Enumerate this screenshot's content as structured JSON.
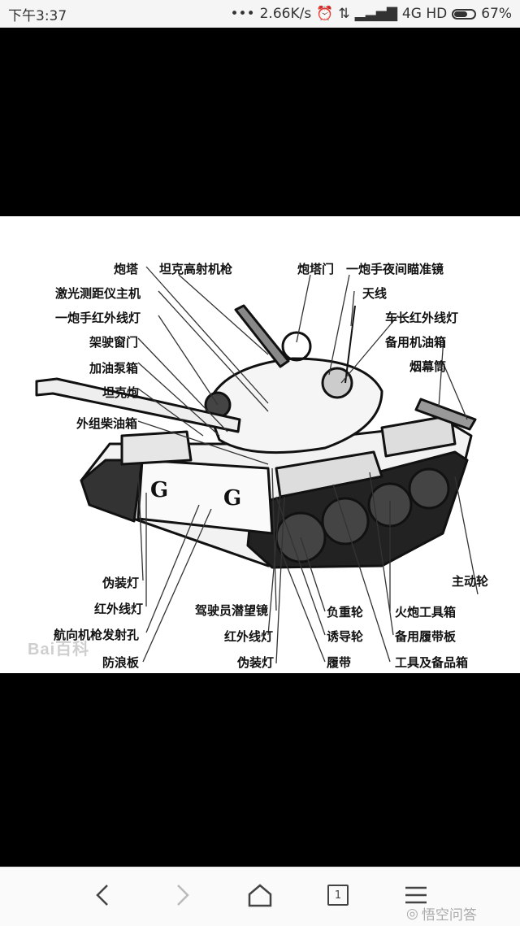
{
  "status_bar": {
    "time": "下午3:37",
    "network_speed": "2.66K/s",
    "network_type": "4G HD",
    "battery_percent": "67%",
    "battery_level": 0.67
  },
  "image": {
    "watermark": "Bai百科",
    "labels": {
      "turret": "炮塔",
      "aa_mg": "坦克高射机枪",
      "turret_door": "炮塔门",
      "gunner_night_sight": "一炮手夜间瞄准镜",
      "laser_rangefinder": "激光测距仪主机",
      "antenna": "天线",
      "gunner_ir_light": "一炮手红外线灯",
      "commander_ir_light": "车长红外线灯",
      "driver_hatch": "架驶窗门",
      "spare_oil_tank": "备用机油箱",
      "fuel_pump_box": "加油泵箱",
      "smoke_tube": "烟幕筒",
      "tank_gun": "坦克炮",
      "external_diesel_tank": "外组柴油箱",
      "camo_light_left": "伪装灯",
      "drive_wheel": "主动轮",
      "ir_light_left": "红外线灯",
      "driver_periscope": "驾驶员潜望镜",
      "road_wheel": "负重轮",
      "gun_tool_box": "火炮工具箱",
      "hull_mg_port": "航向机枪发射孔",
      "ir_light_mid": "红外线灯",
      "idler_wheel": "诱导轮",
      "spare_track_plate": "备用履带板",
      "splash_board": "防浪板",
      "camo_light_mid": "伪装灯",
      "track": "履带",
      "tool_spare_box": "工具及备品箱"
    }
  },
  "nav": {
    "tab_count": "1",
    "brand": "悟空问答"
  }
}
